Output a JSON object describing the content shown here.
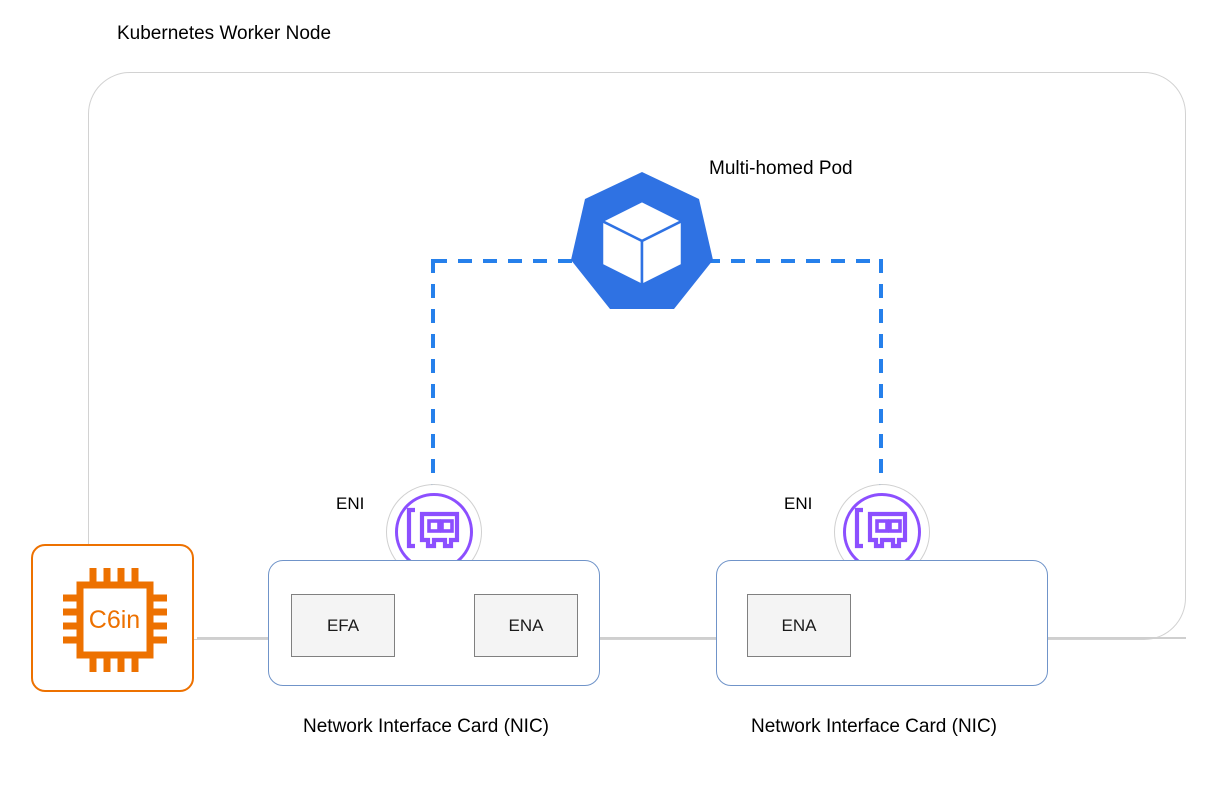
{
  "diagram": {
    "title": "Kubernetes Worker Node",
    "colors": {
      "pod_blue": "#2F72E3",
      "dashed_link_blue": "#2680EB",
      "eni_purple": "#8C4FFF",
      "instance_orange": "#ED7100",
      "nic_border_blue": "#7094C9",
      "node_border_gray": "#D2D2D2",
      "port_fill": "#F4F4F4",
      "port_border": "#808080"
    }
  },
  "pod": {
    "label": "Multi-homed Pod",
    "icon": "kubernetes-logo"
  },
  "instance": {
    "label": "C6in",
    "icon": "cpu-chip-icon"
  },
  "enis": [
    {
      "label": "ENI",
      "icon": "network-interface-card-icon"
    },
    {
      "label": "ENI",
      "icon": "network-interface-card-icon"
    }
  ],
  "nics": [
    {
      "caption": "Network Interface Card (NIC)",
      "ports": [
        {
          "label": "EFA"
        },
        {
          "label": "ENA"
        }
      ]
    },
    {
      "caption": "Network Interface Card (NIC)",
      "ports": [
        {
          "label": "ENA"
        }
      ]
    }
  ]
}
